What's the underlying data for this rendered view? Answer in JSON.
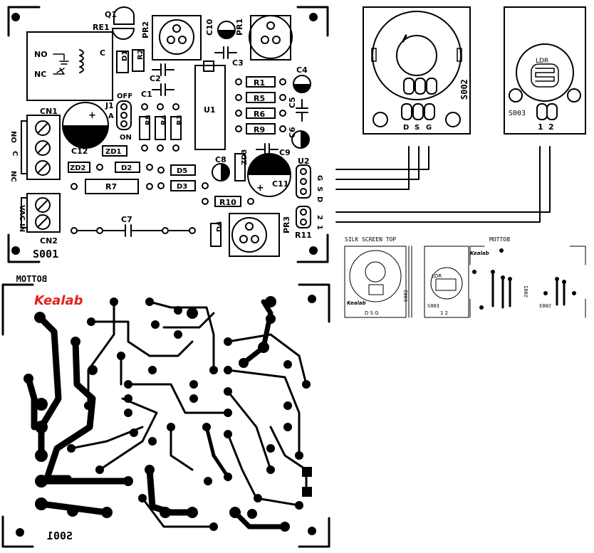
{
  "top_board": {
    "id_label": "S001",
    "components": {
      "q1": "Q1",
      "re1": "RE1",
      "pr2": "PR2",
      "c10": "C10",
      "pr1": "PR1",
      "c3": "C3",
      "d1": "D1",
      "r2": "R2",
      "c2": "C2",
      "c1": "C1",
      "c4": "C4",
      "r1": "R1",
      "r5": "R5",
      "r6": "R6",
      "r9": "R9",
      "c5": "C5",
      "c6": "C6",
      "u1": "U1",
      "j1": "J1",
      "off": "OFF",
      "on": "ON",
      "r8": "R8",
      "r4": "R4",
      "r3": "R3",
      "cn1": "CN1",
      "c12": "C12",
      "zd1": "ZD1",
      "zd2": "ZD2",
      "d2": "D2",
      "d5": "D5",
      "d3": "D3",
      "zd3": "ZD3",
      "c8": "C8",
      "c9": "C9",
      "u2": "U2",
      "c11": "C11",
      "r7": "R7",
      "r10": "R10",
      "d4": "D4",
      "pr3": "PR3",
      "r11": "R11",
      "c7": "C7",
      "cn2": "CN2"
    },
    "relay": {
      "no": "NO",
      "nc": "NC",
      "c": "C"
    },
    "cn1_pins": [
      "NO",
      "C",
      "NC"
    ],
    "cn2_pins": [
      "VAC",
      "IN"
    ],
    "u2_pins": [
      "D",
      "S",
      "G"
    ],
    "pr3_pins": [
      "2",
      "1"
    ],
    "plus": "+",
    "a": "A"
  },
  "module_s002": {
    "id_label": "S002",
    "pins": [
      "D",
      "S",
      "G"
    ]
  },
  "module_s003": {
    "id_label": "S003",
    "ldr": "LDR",
    "pins": [
      "1",
      "2"
    ]
  },
  "bottom_board": {
    "title_mirrored": "BOTTOM",
    "id_mirrored": "S001",
    "brand": "Kealab"
  },
  "silk_preview": {
    "title": "SILK SCREEN TOP",
    "brand": "Kealab",
    "s002": "S002",
    "dsg": "D S G",
    "ldr": "LDR",
    "s003": "S003",
    "pins12": "1 2"
  },
  "bottom_preview": {
    "title_mirrored": "BOTTOM",
    "brand": "Kealab",
    "s003_mirrored": "S003",
    "s002_mirrored": "S002"
  },
  "colors": {
    "ink": "#000000",
    "brand_red": "#e2231a",
    "paper": "#ffffff"
  }
}
